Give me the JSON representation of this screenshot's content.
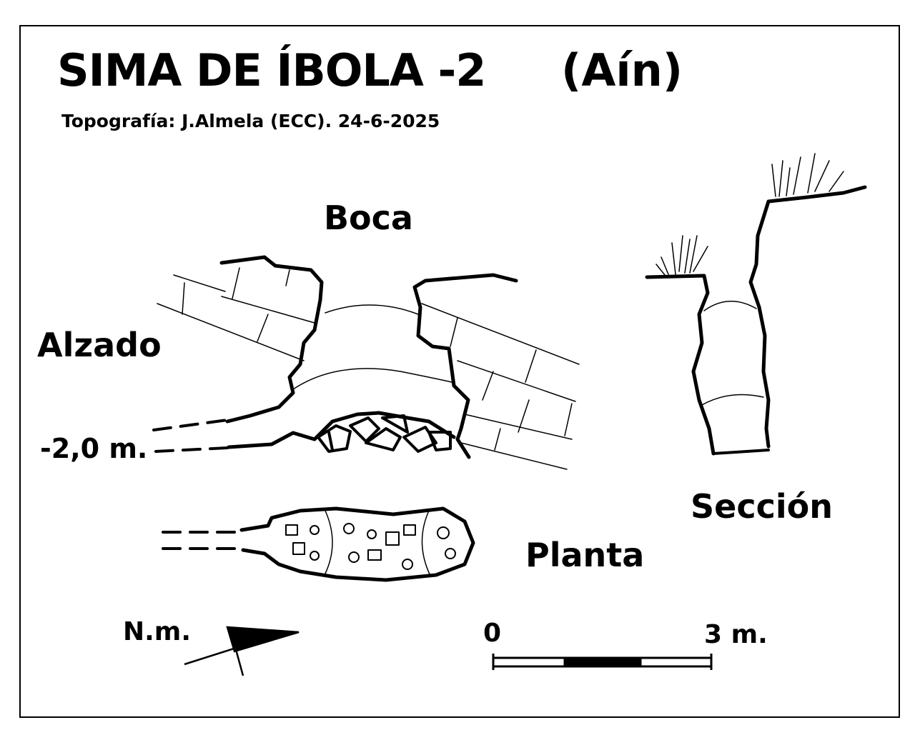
{
  "title": "SIMA DE ÍBOLA -2",
  "location": "(Aín)",
  "credits": "Topografía: J.Almela (ECC). 24-6-2025",
  "labels": {
    "entrance": "Boca",
    "elevation": "Alzado",
    "depth": "-2,0 m.",
    "section": "Sección",
    "plan": "Planta",
    "north": "N.m."
  },
  "scale": {
    "start": "0",
    "end": "3 m."
  },
  "colors": {
    "ink": "#000000",
    "background": "#ffffff"
  }
}
